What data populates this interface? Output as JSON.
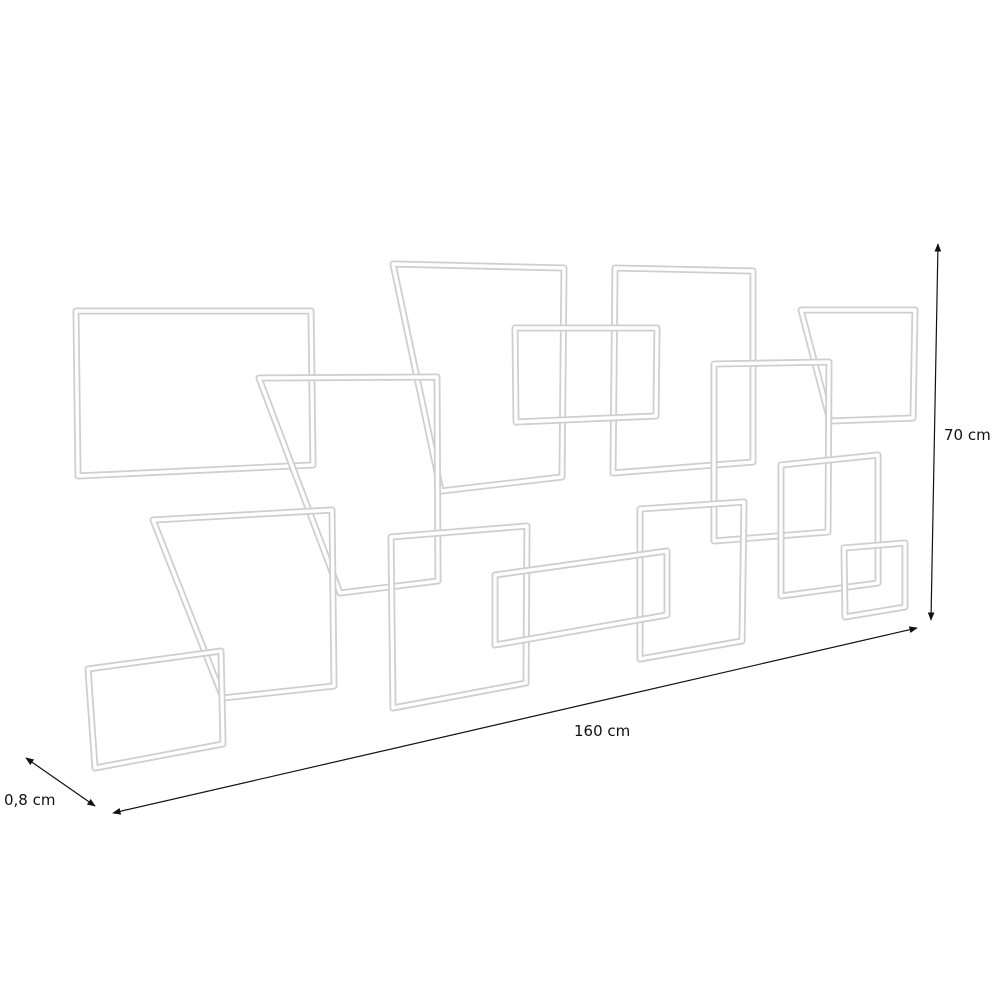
{
  "product": {
    "frame_color": "#ffffff",
    "outline_color": "#cfcfcf"
  },
  "dimensions": {
    "height_label": "70 cm",
    "width_label": "160 cm",
    "depth_label": "0,8 cm"
  }
}
